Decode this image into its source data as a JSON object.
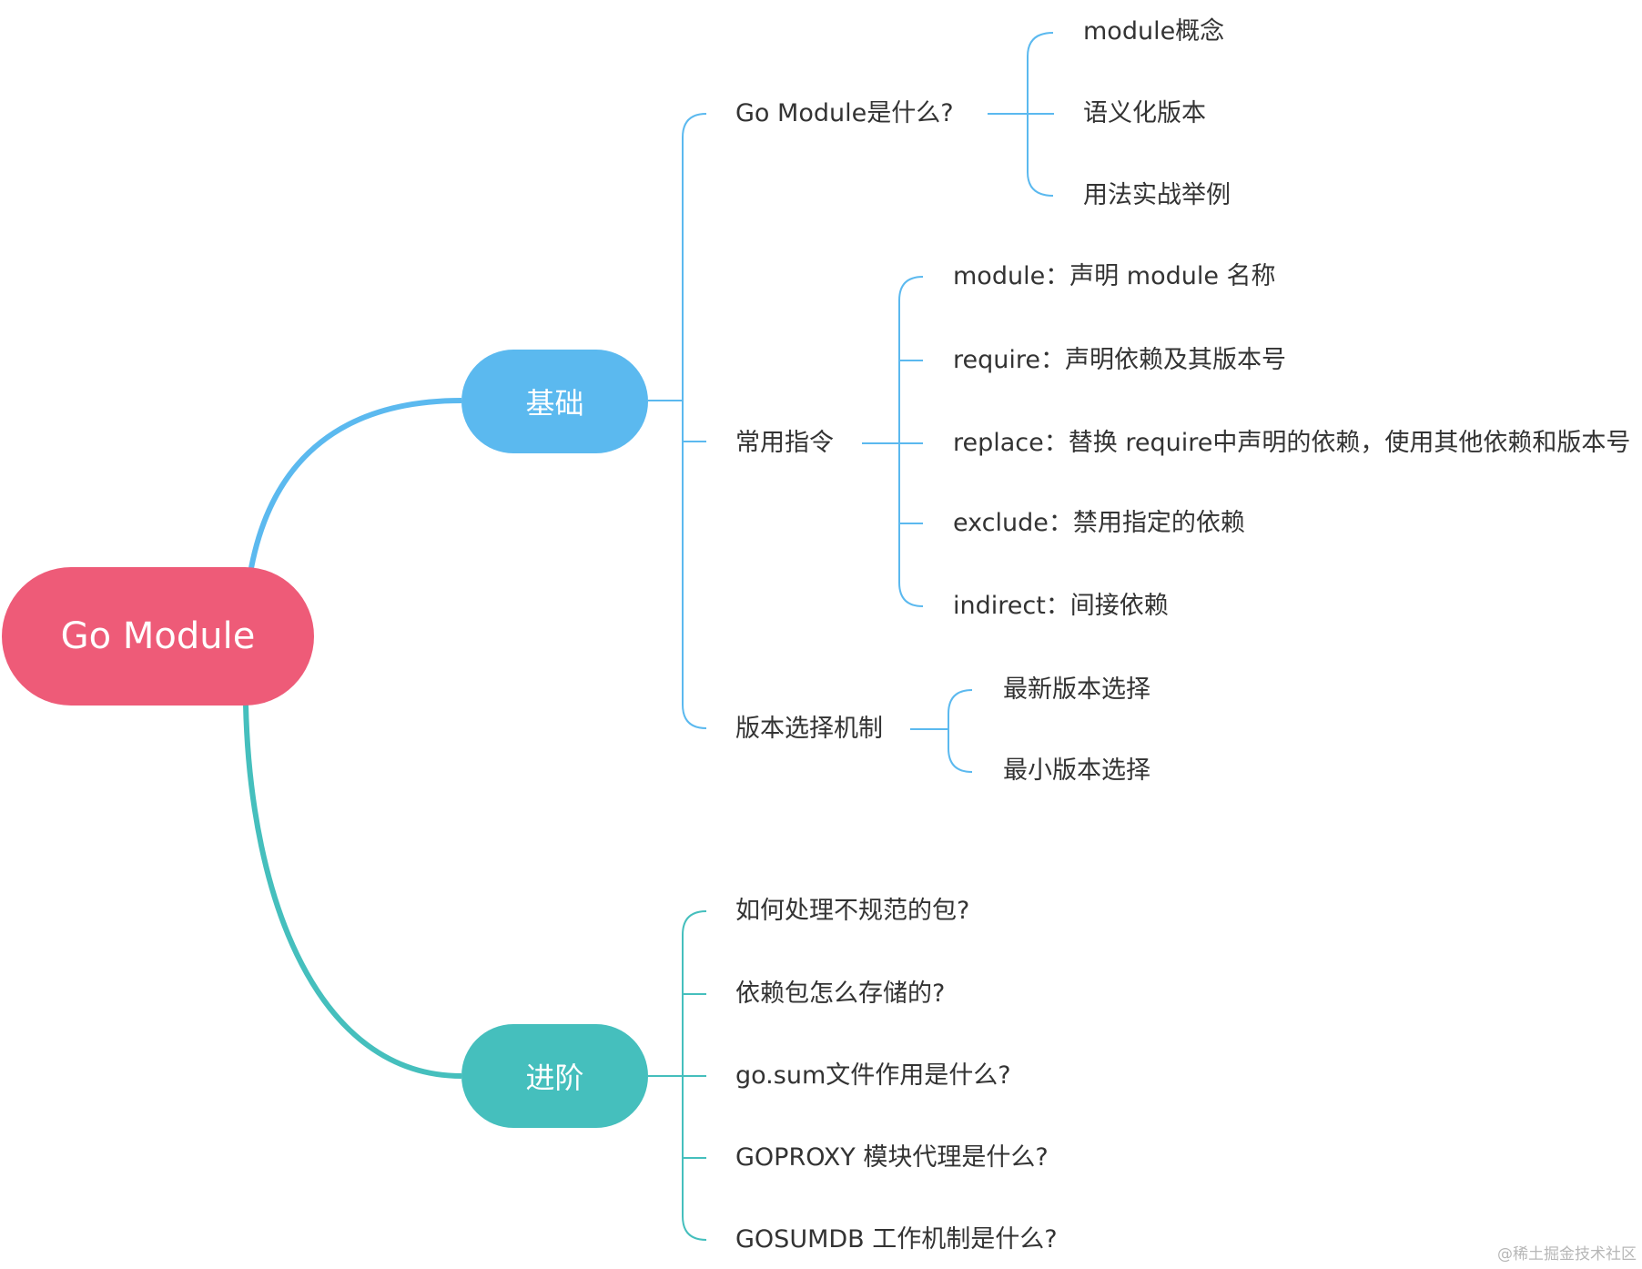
{
  "colors": {
    "root": "#ee5b78",
    "branch_basics": "#5bb9ef",
    "branch_advanced": "#45bfbd",
    "text": "#333333",
    "watermark": "#b7b7b7"
  },
  "root": {
    "label": "Go Module"
  },
  "branches": [
    {
      "label": "基础",
      "children": [
        {
          "label": "Go Module是什么?",
          "children": [
            "module概念",
            "语义化版本",
            "用法实战举例"
          ]
        },
        {
          "label": "常用指令",
          "children": [
            "module：声明 module 名称",
            "require：声明依赖及其版本号",
            "replace：替换 require中声明的依赖，使用其他依赖和版本号",
            "exclude：禁用指定的依赖",
            "indirect：间接依赖"
          ]
        },
        {
          "label": "版本选择机制",
          "children": [
            "最新版本选择",
            "最小版本选择"
          ]
        }
      ]
    },
    {
      "label": "进阶",
      "children": [
        {
          "label": "如何处理不规范的包?"
        },
        {
          "label": "依赖包怎么存储的?"
        },
        {
          "label": "go.sum文件作用是什么?"
        },
        {
          "label": "GOPROXY 模块代理是什么?"
        },
        {
          "label": "GOSUMDB 工作机制是什么?"
        }
      ]
    }
  ],
  "watermark": "@稀土掘金技术社区"
}
